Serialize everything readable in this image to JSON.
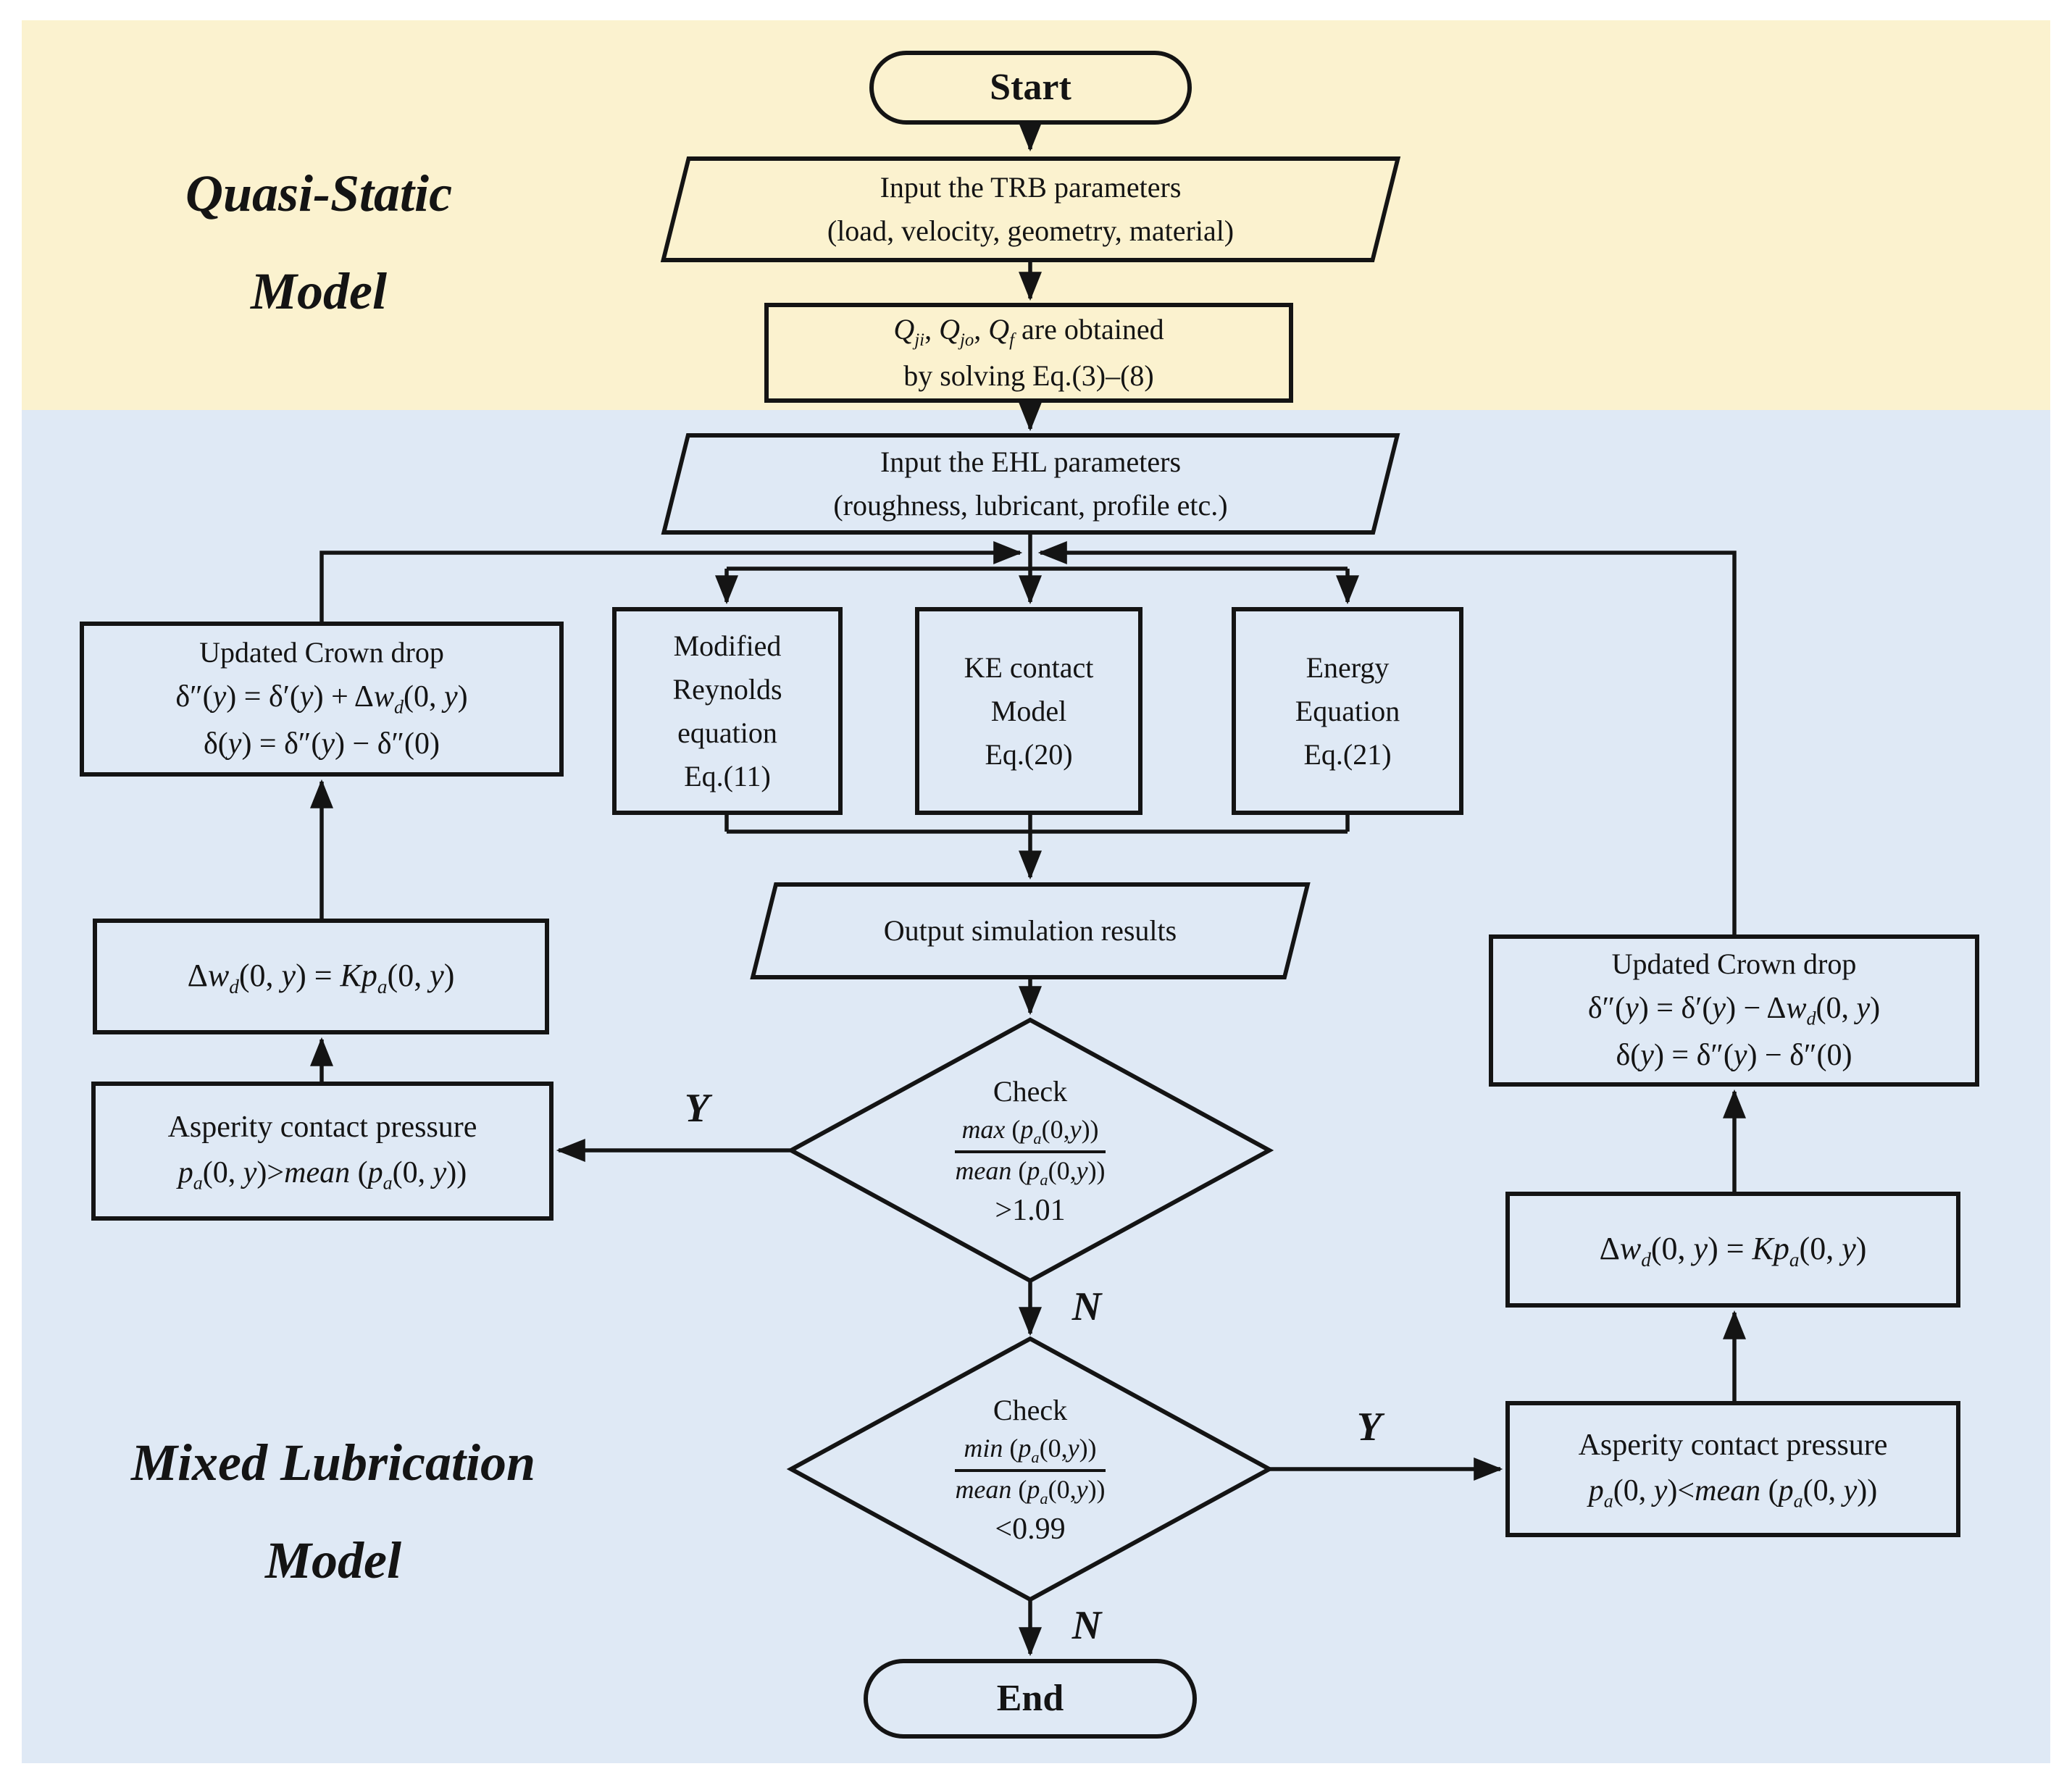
{
  "colors": {
    "yellow_band": "#FBF2CF",
    "blue_band": "#DFE9F5",
    "line": "#141414"
  },
  "sections": {
    "quasi_static": {
      "line1": "Quasi-Static",
      "line2": "Model"
    },
    "mixed_lubrication": {
      "line1": "Mixed Lubrication",
      "line2": "Model"
    }
  },
  "nodes": {
    "start": {
      "label": "Start"
    },
    "input_trb": {
      "line1": "Input the TRB parameters",
      "line2": "(load, velocity, geometry, material)"
    },
    "solve_q": {
      "line1": "*Q~ji~*, *Q~jo~*, *Q~f~* are obtained",
      "line2": "by solving Eq.(3)–(8)"
    },
    "input_ehl": {
      "line1": "Input the EHL parameters",
      "line2": "(roughness, lubricant, profile etc.)"
    },
    "reynolds": {
      "line1": "Modified",
      "line2": "Reynolds",
      "line3": "equation",
      "line4": "Eq.(11)"
    },
    "ke_contact": {
      "line1": "KE contact",
      "line2": "Model",
      "line3": "Eq.(20)"
    },
    "energy": {
      "line1": "Energy",
      "line2": "Equation",
      "line3": "Eq.(21)"
    },
    "output": {
      "line1": "Output simulation results"
    },
    "check_max": {
      "title": "Check",
      "numerator": "*max* (*p~a~*(0,*y*))",
      "denominator": "*mean* (*p~a~*(0,*y*))",
      "condition": ">1.01"
    },
    "check_min": {
      "title": "Check",
      "numerator": "*min* (*p~a~*(0,*y*))",
      "denominator": "*mean* (*p~a~*(0,*y*))",
      "condition": "<0.99"
    },
    "crown_left": {
      "line1": "Updated Crown drop",
      "line2": "δ″(*y*) = δ′(*y*) + Δ*w~d~*(0, *y*)",
      "line3": "δ(*y*) = δ″(*y*) − δ″(0)"
    },
    "dw_left": {
      "line1": "Δ*w~d~*(0, *y*) = *Kp~a~*(0, *y*)"
    },
    "asperity_left": {
      "line1": "Asperity contact pressure",
      "line2": "*p~a~*(0, *y*)>*mean* (*p~a~*(0, *y*))"
    },
    "crown_right": {
      "line1": "Updated Crown drop",
      "line2": "δ″(*y*) = δ′(*y*) − Δ*w~d~*(0, *y*)",
      "line3": "δ(*y*) = δ″(*y*) − δ″(0)"
    },
    "dw_right": {
      "line1": "Δ*w~d~*(0, *y*) = *Kp~a~*(0, *y*)"
    },
    "asperity_right": {
      "line1": "Asperity contact pressure",
      "line2": "*p~a~*(0, *y*)<*mean* (*p~a~*(0, *y*))"
    },
    "end": {
      "label": "End"
    }
  },
  "edge_labels": {
    "y1": "Y",
    "n1": "N",
    "y2": "Y",
    "n2": "N"
  }
}
